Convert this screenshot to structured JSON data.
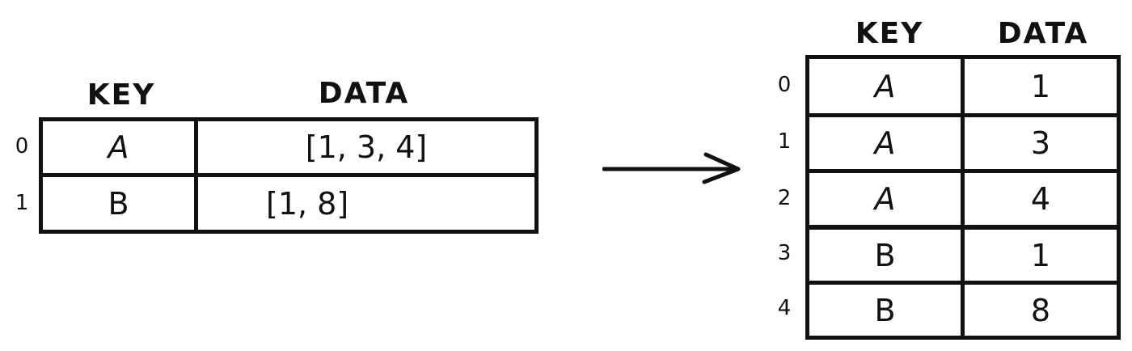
{
  "source_table": {
    "headers": {
      "key": "KEY",
      "data": "DATA"
    },
    "rows": [
      {
        "index": "0",
        "key": "A",
        "data": "[1, 3, 4]"
      },
      {
        "index": "1",
        "key": "B",
        "data": "[1, 8]"
      }
    ]
  },
  "result_table": {
    "headers": {
      "key": "KEY",
      "data": "DATA"
    },
    "rows": [
      {
        "index": "0",
        "key": "A",
        "data": "1"
      },
      {
        "index": "1",
        "key": "A",
        "data": "3"
      },
      {
        "index": "2",
        "key": "A",
        "data": "4"
      },
      {
        "index": "3",
        "key": "B",
        "data": "1"
      },
      {
        "index": "4",
        "key": "B",
        "data": "8"
      }
    ]
  },
  "colors": {
    "ink": "#111111",
    "background": "#ffffff"
  },
  "icons": {
    "transform_arrow": "right-arrow-icon"
  }
}
